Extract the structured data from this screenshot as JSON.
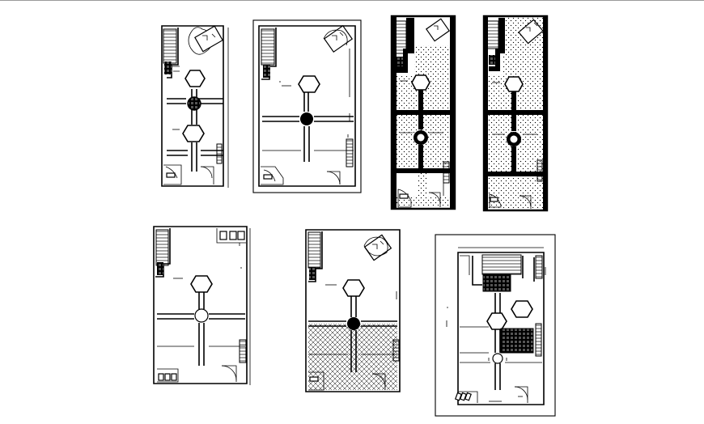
{
  "canvas": {
    "background": "#ffffff",
    "line_color": "#000000",
    "frame_line": "#9a9a9a"
  },
  "plans": [
    {
      "id": "plan-1",
      "style": "outline",
      "center_feature": "tiled-circle"
    },
    {
      "id": "plan-2",
      "style": "outline-framed",
      "center_feature": "solid-circle"
    },
    {
      "id": "plan-3",
      "style": "dotted-fill",
      "center_feature": "ring"
    },
    {
      "id": "plan-4",
      "style": "dotted-fill",
      "center_feature": "ring"
    },
    {
      "id": "plan-5",
      "style": "outline",
      "center_feature": "ring"
    },
    {
      "id": "plan-6",
      "style": "partial-hatch",
      "center_feature": "solid-circle"
    },
    {
      "id": "plan-7",
      "style": "outline-framed",
      "center_feature": "hexagon"
    }
  ]
}
